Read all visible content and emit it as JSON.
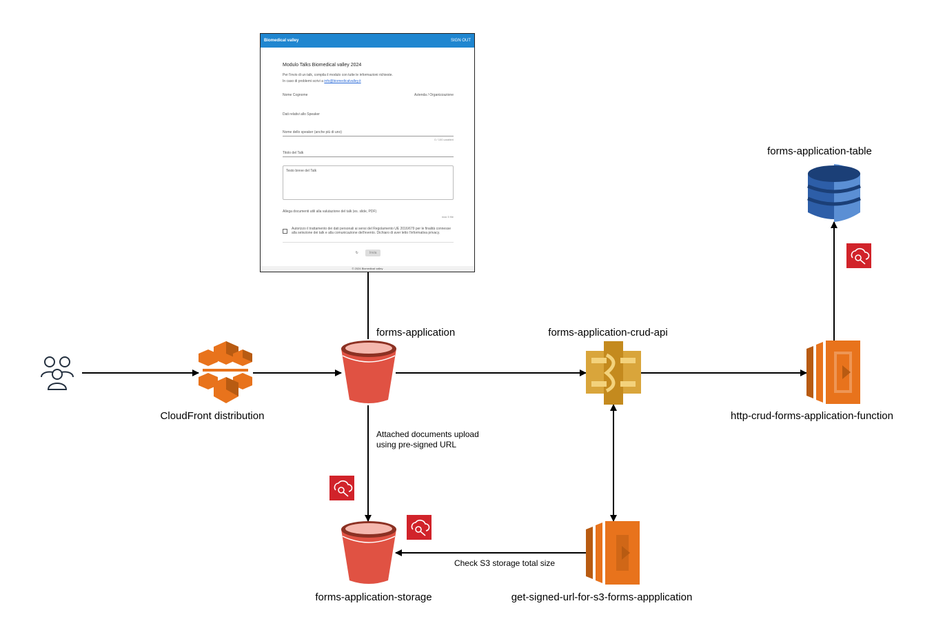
{
  "nodes": {
    "users": {
      "icon": "users-icon"
    },
    "cloudfront": {
      "label": "CloudFront distribution",
      "icon": "cloudfront-icon"
    },
    "forms_app_bucket": {
      "label": "forms-application",
      "icon": "s3-bucket-icon"
    },
    "crud_api": {
      "label": "forms-application-crud-api",
      "icon": "api-gateway-icon"
    },
    "crud_function": {
      "label": "http-crud-forms-application-function",
      "icon": "lambda-icon"
    },
    "table": {
      "label": "forms-application-table",
      "icon": "dynamodb-icon"
    },
    "storage_bucket": {
      "label": "forms-application-storage",
      "icon": "s3-bucket-icon"
    },
    "signed_url_function": {
      "label": "get-signed-url-for-s3-forms-appplication",
      "icon": "lambda-icon"
    }
  },
  "edges": {
    "upload_label_line1": "Attached documents upload",
    "upload_label_line2": "using pre-signed URL",
    "storage_check_label": "Check S3 storage total size"
  },
  "badges": {
    "icon": "iam-role-icon",
    "color": "#d1232a"
  },
  "colors": {
    "orange": "#e8731c",
    "orange_dark": "#b85b12",
    "s3_red": "#e05243",
    "s3_dark": "#8c3123",
    "api_gold": "#d9a53b",
    "dynamo_blue": "#2d5ea8",
    "arrow": "#000000"
  },
  "form_screenshot": {
    "brand": "Biomedical valley",
    "header_right": "SIGN OUT",
    "title": "Modulo Talks Biomedical valley 2024",
    "intro_line1": "Per l'invio di un talk, compila il modulo con tutte le informazioni richieste.",
    "intro_line2": "In caso di problemi scrivi a",
    "intro_link": "info@biomedicalvalley.it",
    "field_name": "Nome Cognome",
    "field_company": "Azienda / Organizzazione",
    "section_speaker": "Dati relativi allo Speaker",
    "field_speakers": "Nome dello speaker (anche più di uno)",
    "counter1": "0 / 100 caratteri",
    "field_title": "Titolo del Talk",
    "field_abstract": "Testo breve del Talk",
    "field_attach": "Allega documenti utili alla valutazione del talk (es. slide, PDF)",
    "counter2": "max 5 file",
    "consent_text": "Autorizzo il trattamento dei dati personali ai sensi del Regolamento UE 2016/679 per le finalità connesse alla selezione dei talk e alla comunicazione dell'evento. Dichiaro di aver letto l'informativa privacy.",
    "consent_link": "informativa privacy",
    "reset_icon": "refresh-icon",
    "submit_label": "Invia",
    "footer": "© 2024 Biomedical valley"
  }
}
